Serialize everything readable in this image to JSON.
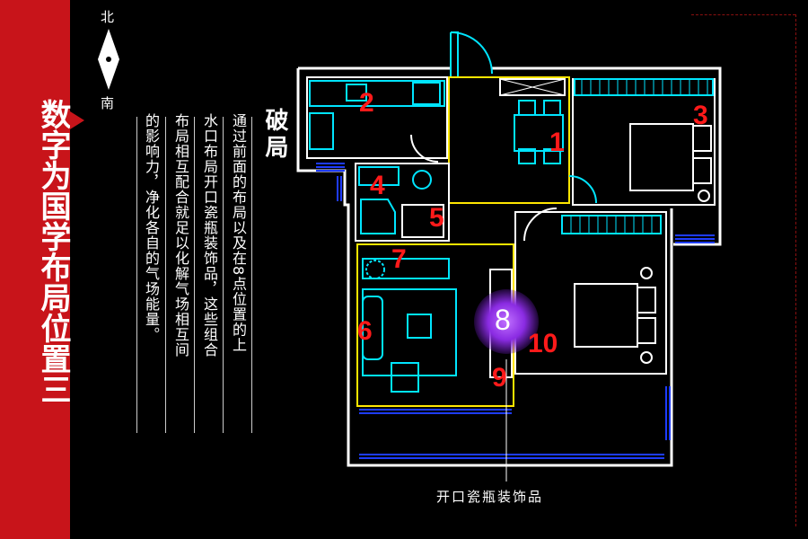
{
  "sidebar": {
    "title": "数字为国学布局位置三"
  },
  "compass": {
    "north": "北",
    "south": "南"
  },
  "heading": "破局",
  "body_columns": [
    "通过前面的布局以及在8点位置的上",
    "水口布局开口瓷瓶装饰品，这些组合",
    "布局相互配合就足以化解气场相互间",
    "的影响力，净化各自的气场能量。"
  ],
  "caption": "开口瓷瓶装饰品",
  "markers": [
    "1",
    "2",
    "3",
    "4",
    "5",
    "6",
    "7",
    "8",
    "9",
    "10"
  ],
  "colors": {
    "wall": "#ffffff",
    "furniture": "#00e5ff",
    "highlight_zone": "#ffe600",
    "marker": "#ff1a1a",
    "accent": "#c8141a",
    "glow": "#8a2be2"
  }
}
